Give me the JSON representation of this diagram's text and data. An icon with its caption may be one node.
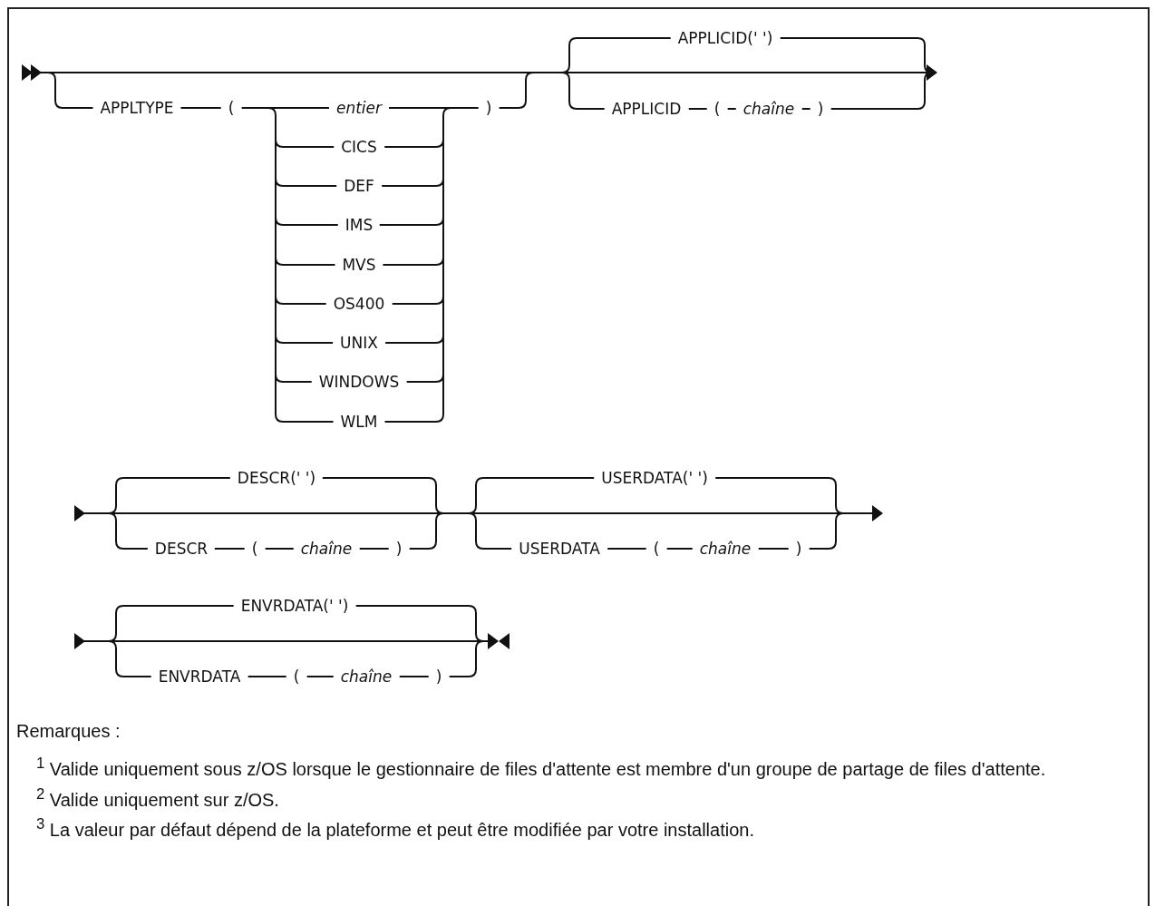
{
  "diagram": {
    "labels": [
      "APPLICID(' ')",
      "APPLTYPE",
      "(",
      "entier",
      ")",
      "APPLICID",
      "(",
      "chaîne",
      ")",
      "CICS",
      "DEF",
      "IMS",
      "MVS",
      "OS400",
      "UNIX",
      "WINDOWS",
      "WLM",
      "DESCR(' ')",
      "USERDATA(' ')",
      "DESCR",
      "(",
      "chaîne",
      ")",
      "USERDATA",
      "(",
      "chaîne",
      ")",
      "ENVRDATA(' ')",
      "ENVRDATA",
      "(",
      "chaîne",
      ")",
      "Remarques :",
      "$^{1}$ Valide uniquement sous z/OS lorsque le gestionnaire de files d'attente est membre d'un groupe de partage de files d'attente.",
      "$^{2}$ Valide uniquement sur z/OS.",
      "$^{3}$ La valeur par défaut dépend de la plateforme et peut être modifiée par votre installation."
    ]
  }
}
